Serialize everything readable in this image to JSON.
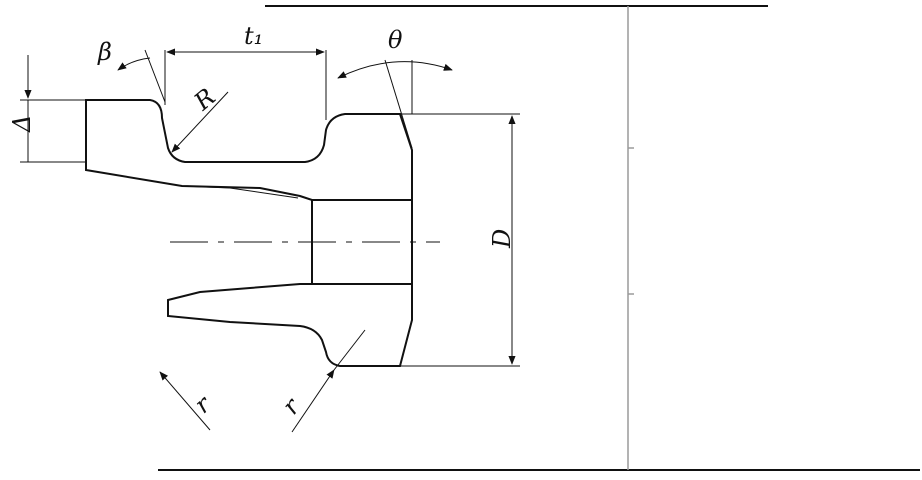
{
  "labels": {
    "beta": "β",
    "t1": "t₁",
    "theta": "θ",
    "R": "R",
    "delta": "Δ",
    "D": "D",
    "r_left": "r",
    "r_right": "r"
  }
}
